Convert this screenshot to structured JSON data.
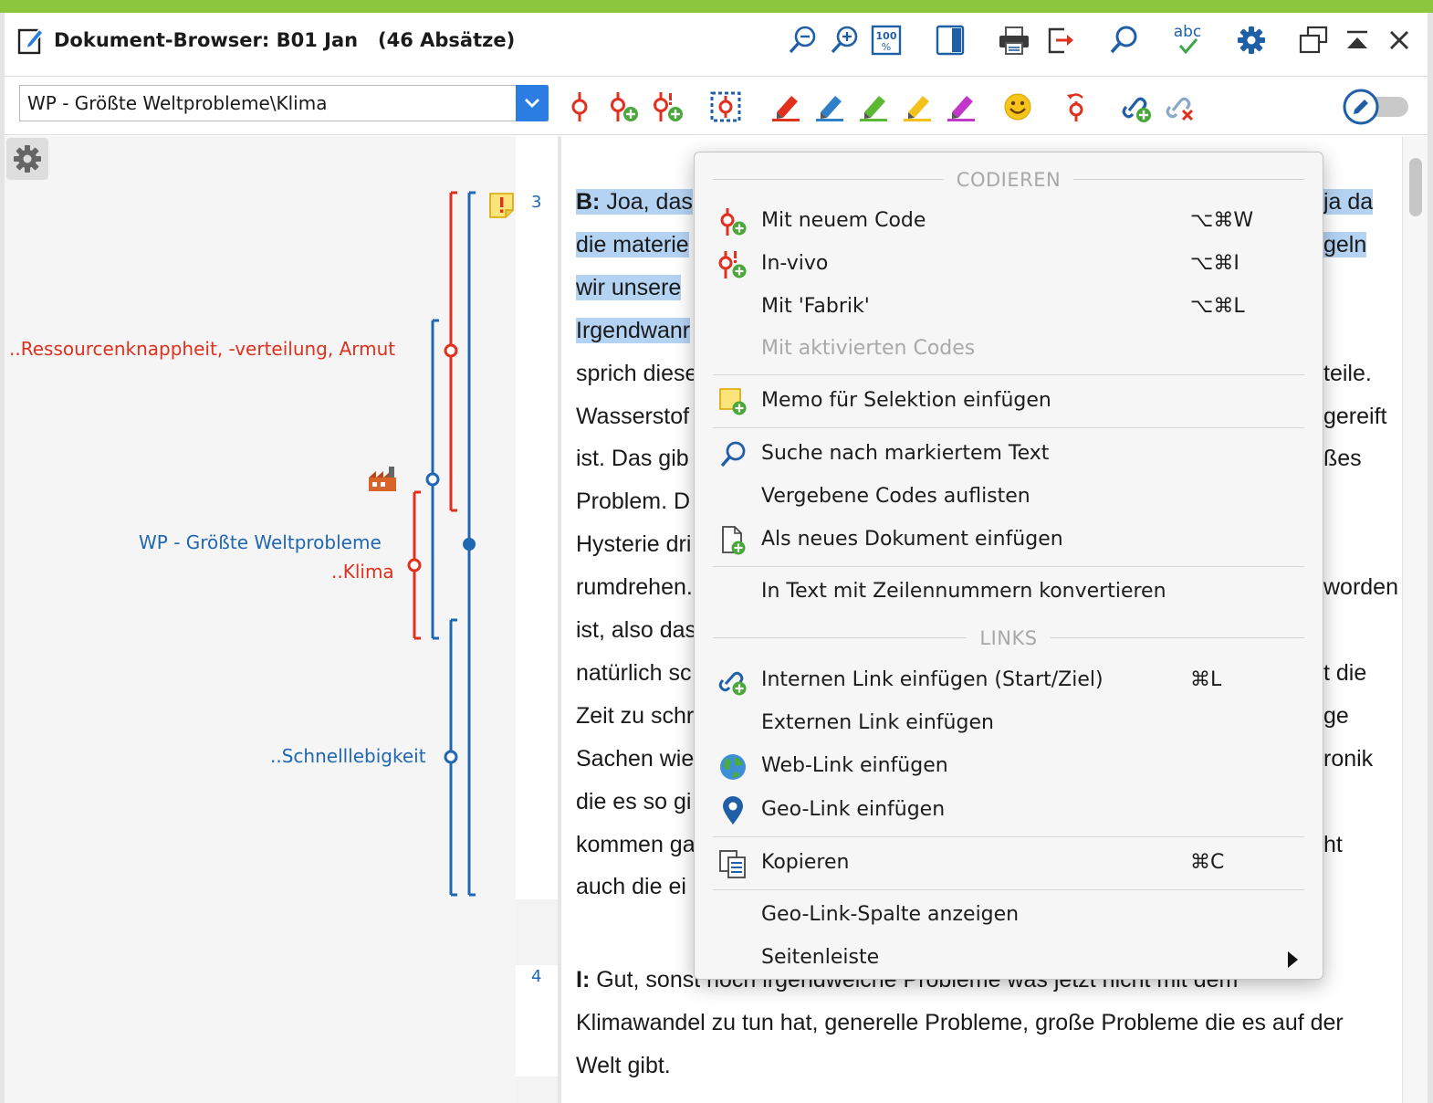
{
  "window": {
    "title": "Dokument-Browser: B01 Jan   (46 Absätze)",
    "accent_color": "#8cc63f"
  },
  "title_tools": [
    {
      "name": "zoom-out-icon"
    },
    {
      "name": "zoom-in-icon"
    },
    {
      "name": "zoom-100-icon",
      "label": "100"
    },
    {
      "name": "sidebar-toggle-icon"
    },
    {
      "name": "print-icon"
    },
    {
      "name": "export-icon"
    },
    {
      "name": "search-icon"
    },
    {
      "name": "spellcheck-icon",
      "label": "abc"
    },
    {
      "name": "gear-icon"
    },
    {
      "name": "undock-icon"
    },
    {
      "name": "collapse-icon"
    },
    {
      "name": "close-icon"
    }
  ],
  "toolbar": {
    "code_select": "WP - Größte Weltprobleme\\Klima",
    "tools": [
      "code-icon",
      "new-code-icon",
      "in-vivo-icon",
      "code-selection-icon",
      "highlighter-red-icon",
      "highlighter-blue-icon",
      "highlighter-green-icon",
      "highlighter-yellow-icon",
      "highlighter-magenta-icon",
      "emoticon-icon",
      "undo-code-icon",
      "insert-link-icon",
      "remove-link-icon",
      "edit-mode-toggle"
    ]
  },
  "stripes": {
    "labels": {
      "ressourcen": "..Ressourcenknappheit, -verteilung, Armut",
      "wp": "WP - Größte Weltprobleme",
      "klima": "..Klima",
      "schnell": "..Schnelllebigkeit"
    },
    "colors": {
      "red": "#e0301e",
      "blue": "#1f66b3"
    }
  },
  "paragraphs": [
    {
      "number": "3"
    },
    {
      "number": "4"
    }
  ],
  "text": {
    "lines_left": [
      {
        "prefix": "B:",
        "text": " Joa, das",
        "hl": true
      },
      {
        "prefix": "",
        "text": "die materie",
        "hl": true
      },
      {
        "prefix": "",
        "text": "wir unsere",
        "hl": true
      },
      {
        "prefix": "",
        "text": "Irgendwanr",
        "hl": true
      },
      {
        "prefix": "",
        "text": "sprich diese",
        "hl": false
      },
      {
        "prefix": "",
        "text": "Wasserstof",
        "hl": false
      },
      {
        "prefix": "",
        "text": "ist. Das gib",
        "hl": false
      },
      {
        "prefix": "",
        "text": "Problem. D",
        "hl": false
      },
      {
        "prefix": "",
        "text": "Hysterie dri",
        "hl": false
      },
      {
        "prefix": "",
        "text": "rumdrehen.",
        "hl": false
      },
      {
        "prefix": "",
        "text": "ist, also das",
        "hl": false
      },
      {
        "prefix": "",
        "text": "natürlich sc",
        "hl": false
      },
      {
        "prefix": "",
        "text": "Zeit zu schr",
        "hl": false
      },
      {
        "prefix": "",
        "text": "Sachen wie",
        "hl": false
      },
      {
        "prefix": "",
        "text": "die es so gi",
        "hl": false
      },
      {
        "prefix": "",
        "text": "kommen ga",
        "hl": false
      },
      {
        "prefix": "",
        "text": "auch die ei",
        "hl": false
      }
    ],
    "lines_right": [
      {
        "text": "ja da",
        "hl": true
      },
      {
        "text": "geln",
        "hl": true
      },
      {
        "text": "",
        "hl": false
      },
      {
        "text": "",
        "hl": false
      },
      {
        "text": "teile.",
        "hl": false
      },
      {
        "text": "gereift",
        "hl": false
      },
      {
        "text": "ßes",
        "hl": false
      },
      {
        "text": "",
        "hl": false
      },
      {
        "text": "",
        "hl": false
      },
      {
        "text": "worden",
        "hl": false
      },
      {
        "text": "",
        "hl": false
      },
      {
        "text": "t die",
        "hl": false
      },
      {
        "text": "ge",
        "hl": false
      },
      {
        "text": "ronik",
        "hl": false
      },
      {
        "text": "",
        "hl": false
      },
      {
        "text": "ht",
        "hl": false
      },
      {
        "text": "",
        "hl": false
      }
    ],
    "para4": [
      {
        "prefix": "I:",
        "text": " Gut, sonst noch irgendwelche Probleme was jetzt nicht mit dem"
      },
      {
        "prefix": "",
        "text": "Klimawandel zu tun hat, generelle Probleme, große Probleme die es auf der"
      },
      {
        "prefix": "",
        "text": "Welt gibt."
      }
    ]
  },
  "menu": {
    "section_codieren": "CODIEREN",
    "section_links": "LINKS",
    "items": {
      "neuer_code": {
        "label": "Mit neuem Code",
        "shortcut": "⌥⌘W"
      },
      "in_vivo": {
        "label": "In-vivo",
        "shortcut": "⌥⌘I"
      },
      "fabrik": {
        "label": "Mit 'Fabrik'",
        "shortcut": "⌥⌘L"
      },
      "aktiviert": {
        "label": "Mit aktivierten Codes"
      },
      "memo": {
        "label": "Memo für Selektion einfügen"
      },
      "suche": {
        "label": "Suche nach markiertem Text"
      },
      "codes_auflisten": {
        "label": "Vergebene Codes auflisten"
      },
      "neues_dokument": {
        "label": "Als neues Dokument einfügen"
      },
      "zeilennummern": {
        "label": "In Text mit Zeilennummern konvertieren"
      },
      "interner_link": {
        "label": "Internen Link einfügen (Start/Ziel)",
        "shortcut": "⌘L"
      },
      "externer_link": {
        "label": "Externen Link einfügen"
      },
      "web_link": {
        "label": "Web-Link einfügen"
      },
      "geo_link": {
        "label": "Geo-Link einfügen"
      },
      "kopieren": {
        "label": "Kopieren",
        "shortcut": "⌘C"
      },
      "geo_spalte": {
        "label": "Geo-Link-Spalte anzeigen"
      },
      "seitenleiste": {
        "label": "Seitenleiste"
      }
    }
  }
}
